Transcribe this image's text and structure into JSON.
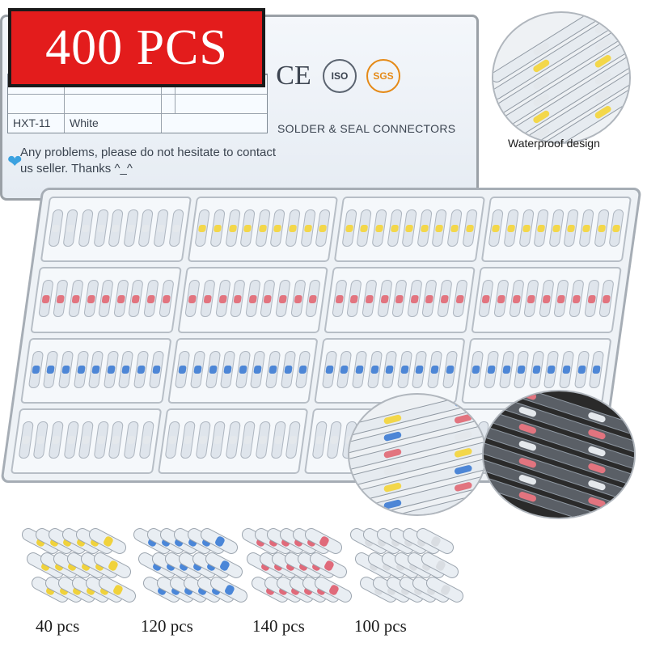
{
  "banner": {
    "text": "400 PCS",
    "color": "#e31c1c"
  },
  "lid": {
    "table_rows": [
      {
        "code": "HXT-11",
        "color": "White"
      }
    ],
    "certifications": [
      "CE",
      "ISO",
      "SGS"
    ],
    "product_title": "SOLDER & SEAL CONNECTORS",
    "note": "Any problems, please do not hesitate to contact us seller. Thanks ^_^"
  },
  "callouts": {
    "waterproof_label": "Waterproof design"
  },
  "kits": [
    {
      "label": "40 pcs",
      "seal_color": "#f0d23c"
    },
    {
      "label": "120 pcs",
      "seal_color": "#4a86d8"
    },
    {
      "label": "140 pcs",
      "seal_color": "#e06a7a"
    },
    {
      "label": "100 pcs",
      "seal_color": "#d9dde2"
    }
  ],
  "colors": {
    "yellow": "#f3d74a",
    "blue": "#4d86d6",
    "red": "#e2747f",
    "clear": "#e4e8ec"
  }
}
